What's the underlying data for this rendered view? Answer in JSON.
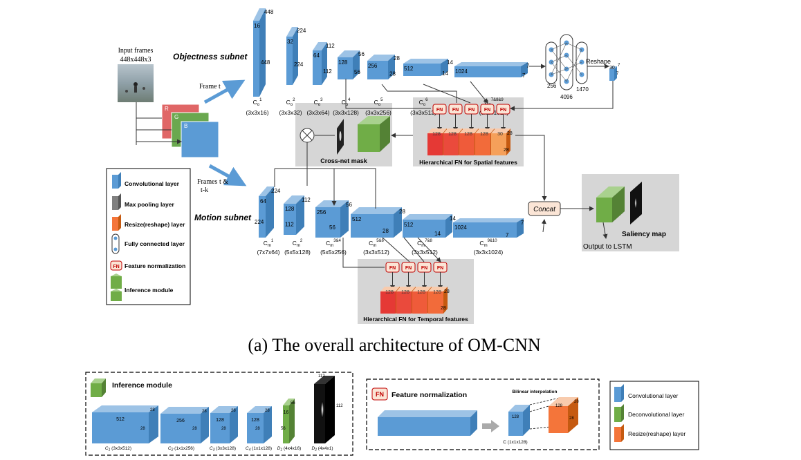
{
  "input": {
    "title_line1": "Input frames",
    "title_line2": "448x448x3",
    "channels": [
      "R",
      "G",
      "B"
    ],
    "frame_t": "Frame t",
    "frames_tk_line1": "Frames t &",
    "frames_tk_line2": "t-k"
  },
  "objectness": {
    "title": "Objectness subnet",
    "layers": [
      {
        "sub": "1",
        "spec": "(3x3x16)",
        "dims": [
          "448",
          "16",
          "448"
        ]
      },
      {
        "sub": "2",
        "spec": "(3x3x32)",
        "dims": [
          "224",
          "32",
          "224"
        ]
      },
      {
        "sub": "3",
        "spec": "(3x3x64)",
        "dims": [
          "112",
          "64",
          "112"
        ]
      },
      {
        "sub": "4",
        "spec": "(3x3x128)",
        "dims": [
          "56",
          "128",
          "56"
        ]
      },
      {
        "sub": "5",
        "spec": "(3x3x256)",
        "dims": [
          "28",
          "256",
          "28"
        ]
      },
      {
        "sub": "6",
        "spec": "(3x3x512)",
        "dims": [
          "14",
          "512",
          "14"
        ]
      },
      {
        "sub": "7&8&9",
        "spec": "(3x3x1024)",
        "dims": [
          "7",
          "1024",
          "7"
        ]
      }
    ],
    "fc": {
      "n1": "256",
      "n2": "4096",
      "n3": "1470",
      "reshape": "Reshape",
      "out_a": "30",
      "out_b": "7",
      "out_c": "7"
    }
  },
  "spatial_fn": {
    "title": "Hierarchical FN for Spatial features",
    "fn_label": "FN",
    "blocks": [
      "128",
      "128",
      "128",
      "128",
      "30"
    ],
    "side": "28",
    "bottom": "28"
  },
  "crossnet": {
    "title": "Cross-net mask"
  },
  "motion": {
    "title": "Motion subnet",
    "layers": [
      {
        "sub": "1",
        "spec": "(7x7x64)",
        "dims": [
          "224",
          "64",
          "224"
        ]
      },
      {
        "sub": "2",
        "spec": "(5x5x128)",
        "dims": [
          "112",
          "128",
          "112"
        ]
      },
      {
        "sub": "3&4",
        "spec": "(5x5x256)",
        "dims": [
          "56",
          "256",
          "56"
        ]
      },
      {
        "sub": "5&6",
        "spec": "(3x3x512)",
        "dims": [
          "28",
          "512",
          "28"
        ]
      },
      {
        "sub": "7&8",
        "spec": "(3x3x512)",
        "dims": [
          "14",
          "512",
          "14"
        ]
      },
      {
        "sub": "9&10",
        "spec": "(3x3x1024)",
        "dims": [
          "7",
          "1024",
          "7"
        ]
      }
    ]
  },
  "temporal_fn": {
    "title": "Hierarchical FN for Temporal features",
    "fn_label": "FN",
    "blocks": [
      "128",
      "128",
      "128",
      "128"
    ],
    "side": "28",
    "bottom": "28"
  },
  "concat": {
    "label": "Concat"
  },
  "output": {
    "saliency": "Saliency map",
    "lstm": "Output to LSTM"
  },
  "legend": {
    "items": [
      "Convolutional layer",
      "Max pooling layer",
      "Resize(reshape) layer",
      "Fully connected layer",
      "Feature normalization",
      "Inference module"
    ],
    "fn_icon": "FN"
  },
  "caption_a": "(a)  The overall architecture of OM-CNN",
  "inference_panel": {
    "title": "Inference module",
    "blocks": [
      {
        "label": "C",
        "sub": "1",
        "spec": "(3x3x512)",
        "front": "512",
        "side": "28",
        "bottom": "28"
      },
      {
        "label": "C",
        "sub": "2",
        "spec": "(1x1x256)",
        "front": "256",
        "side": "28",
        "bottom": "28"
      },
      {
        "label": "C",
        "sub": "3",
        "spec": "(3x3x128)",
        "front": "128",
        "side": "28",
        "bottom": "28"
      },
      {
        "label": "C",
        "sub": "4",
        "spec": "(1x1x128)",
        "front": "128",
        "side": "28",
        "bottom": "28"
      },
      {
        "label": "D",
        "sub": "1",
        "spec": "(4x4x16)",
        "front": "16",
        "side": "56",
        "bottom": "56"
      },
      {
        "label": "D",
        "sub": "2",
        "spec": "(4x4x1)",
        "front": "112",
        "side": "112",
        "bottom": ""
      }
    ]
  },
  "fn_panel": {
    "icon": "FN",
    "title": "Feature normalization",
    "bilinear": "Bilinear interpolation",
    "conv_label": "C (1x1x128)",
    "small_front": "128",
    "resize_top": "28",
    "resize_front": "128",
    "resize_side": "28"
  },
  "legend2": {
    "items": [
      "Convolutional layer",
      "Deconvolutional layer",
      "Resize(reshape) layer"
    ]
  },
  "colors": {
    "conv": "#5b9bd5",
    "conv_dark": "#3f7fb8",
    "conv_light": "#9dc3e6",
    "gray": "#d9d9d9",
    "green": "#70ad47",
    "orange": "#f4753a",
    "red": "#e53935"
  }
}
